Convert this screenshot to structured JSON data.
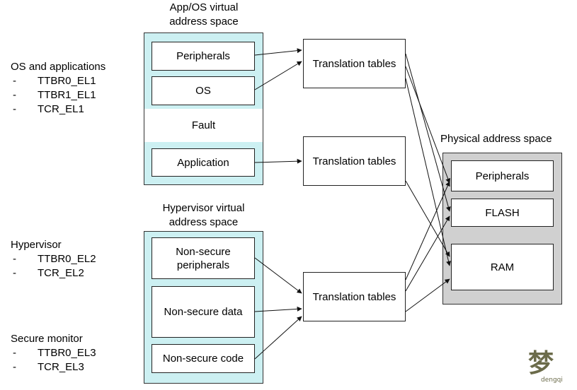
{
  "app_os_space": {
    "title_line1": "App/OS virtual",
    "title_line2": "address space",
    "regions": {
      "peripherals": "Peripherals",
      "os": "OS",
      "fault": "Fault",
      "application": "Application"
    }
  },
  "hyp_space": {
    "title_line1": "Hypervisor virtual",
    "title_line2": "address space",
    "regions": {
      "ns_periph_line1": "Non-secure",
      "ns_periph_line2": "peripherals",
      "ns_data": "Non-secure data",
      "ns_code": "Non-secure code"
    }
  },
  "translation_tables": {
    "label": "Translation tables"
  },
  "physical_space": {
    "title": "Physical address space",
    "regions": {
      "peripherals": "Peripherals",
      "flash": "FLASH",
      "ram": "RAM"
    }
  },
  "os_apps": {
    "heading": "OS and applications",
    "dash": "-",
    "items": [
      "TTBR0_EL1",
      "TTBR1_EL1",
      "TCR_EL1"
    ]
  },
  "hypervisor": {
    "heading": "Hypervisor",
    "dash": "-",
    "items": [
      "TTBR0_EL2",
      "TCR_EL2"
    ]
  },
  "secure_monitor": {
    "heading": "Secure monitor",
    "dash": "-",
    "items": [
      "TTBR0_EL3",
      "TCR_EL3"
    ]
  },
  "colors": {
    "virtual_space_fill": "#ccf0f2",
    "physical_space_fill": "#d0d0d0"
  },
  "watermark": {
    "logo_text": "梦",
    "brand_small": "dengqi"
  }
}
